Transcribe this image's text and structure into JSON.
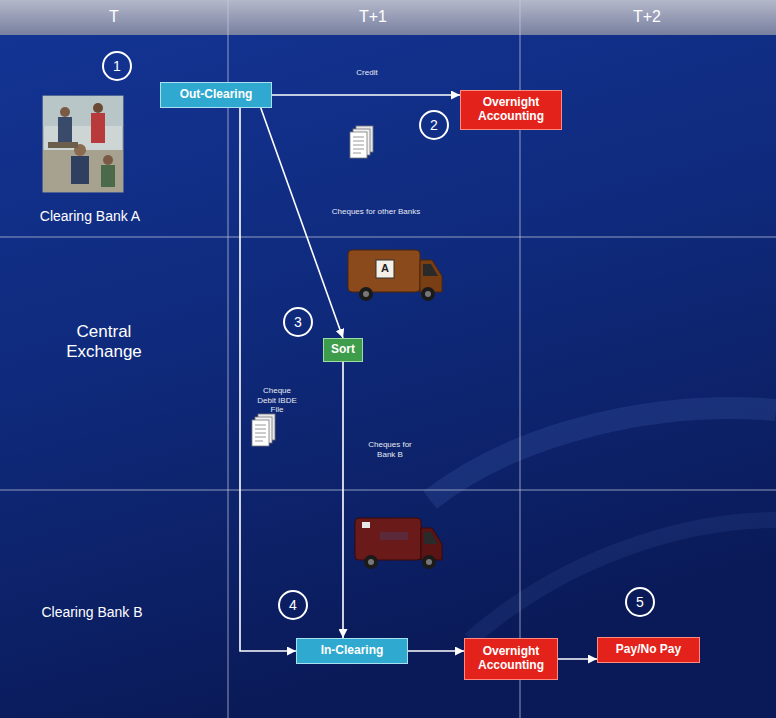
{
  "diagram": {
    "nodes": [
      {
        "text": [
          "Out-Clearing"
        ]
      },
      {
        "text": [
          "Overnight Accounting"
        ]
      },
      {
        "text": [
          "Sort"
        ]
      },
      {
        "text": [
          "In-Clearing"
        ]
      },
      {
        "text": [
          "Overnight Accounting"
        ]
      },
      {
        "text": [
          "Pay/No Pay"
        ]
      }
    ],
    "edges": [
      {
        "from": 0,
        "to": 1,
        "label": "Credit",
        "arrow": "to"
      },
      {
        "from": 0,
        "to": 2,
        "label": "Cheques for other Banks",
        "arrow": "to"
      },
      {
        "from": 0,
        "to": 3,
        "label": "Cheque Debit IBDE File",
        "arrow": "to"
      },
      {
        "from": 2,
        "to": 3,
        "label": "Cheques for Bank B",
        "arrow": "to"
      },
      {
        "from": 3,
        "to": 4,
        "arrow": "to"
      },
      {
        "from": 4,
        "to": 5,
        "arrow": "to"
      }
    ],
    "labels": [
      "T",
      "T+1",
      "T+2",
      "Clearing Bank A",
      "Central Exchange",
      "Clearing Bank B",
      "1",
      "2",
      "3",
      "4",
      "5",
      "A"
    ]
  }
}
